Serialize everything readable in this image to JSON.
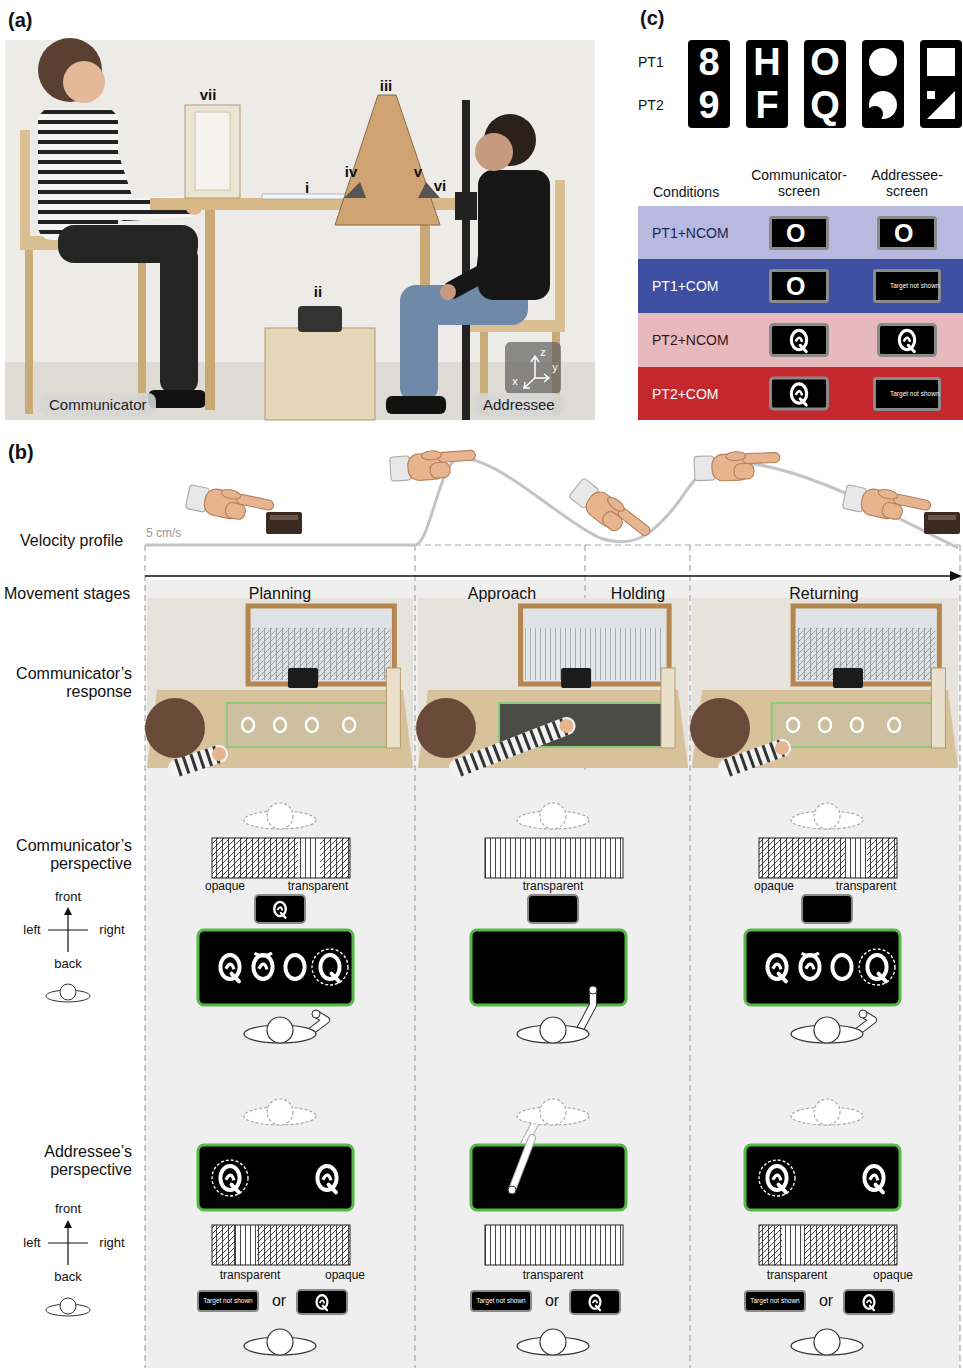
{
  "diagram": {
    "nodes": [
      {
        "text": [
          "Communicator"
        ]
      },
      {
        "text": [
          "Addressee"
        ]
      },
      {
        "text": [
          "8",
          "9"
        ]
      },
      {
        "text": [
          "H",
          "F"
        ]
      },
      {
        "text": [
          "O",
          "Q"
        ]
      },
      {
        "text": [
          "PT1+NCOM"
        ]
      },
      {
        "text": [
          "O"
        ],
        "in": 5
      },
      {
        "text": [
          "O"
        ],
        "in": 5
      },
      {
        "text": [
          "PT1+COM"
        ]
      },
      {
        "text": [
          "O"
        ],
        "in": 8
      },
      {
        "text": [
          "Target not shown"
        ],
        "in": 8
      },
      {
        "text": [
          "PT2+NCOM"
        ]
      },
      {
        "text": [
          "PT2+COM"
        ]
      },
      {
        "text": [
          "Target not shown"
        ],
        "in": 12
      },
      {
        "text": [
          "Target not shown"
        ]
      },
      {
        "text": [
          "Target not shown"
        ]
      },
      {
        "text": [
          "Target not shown"
        ]
      }
    ],
    "labels": [
      "(a)",
      "(c)",
      "(b)",
      "vii",
      "i",
      "iii",
      "iv",
      "v",
      "vi",
      "ii",
      "z",
      "y",
      "x",
      "PT1",
      "PT2",
      "Conditions",
      "Communicator- screen",
      "Addressee- screen",
      "5 cm/s",
      "Velocity profile",
      "Movement stages",
      "Planning",
      "Approach",
      "Holding",
      "Returning",
      "Communicator’s response",
      "Communicator’s perspective",
      "front",
      "left",
      "right",
      "back",
      "opaque",
      "transparent",
      "transparent",
      "opaque",
      "transparent",
      "Addressee’s perspective",
      "front",
      "left",
      "right",
      "back",
      "transparent",
      "opaque",
      "transparent",
      "transparent",
      "opaque",
      "or",
      "or",
      "or"
    ]
  }
}
